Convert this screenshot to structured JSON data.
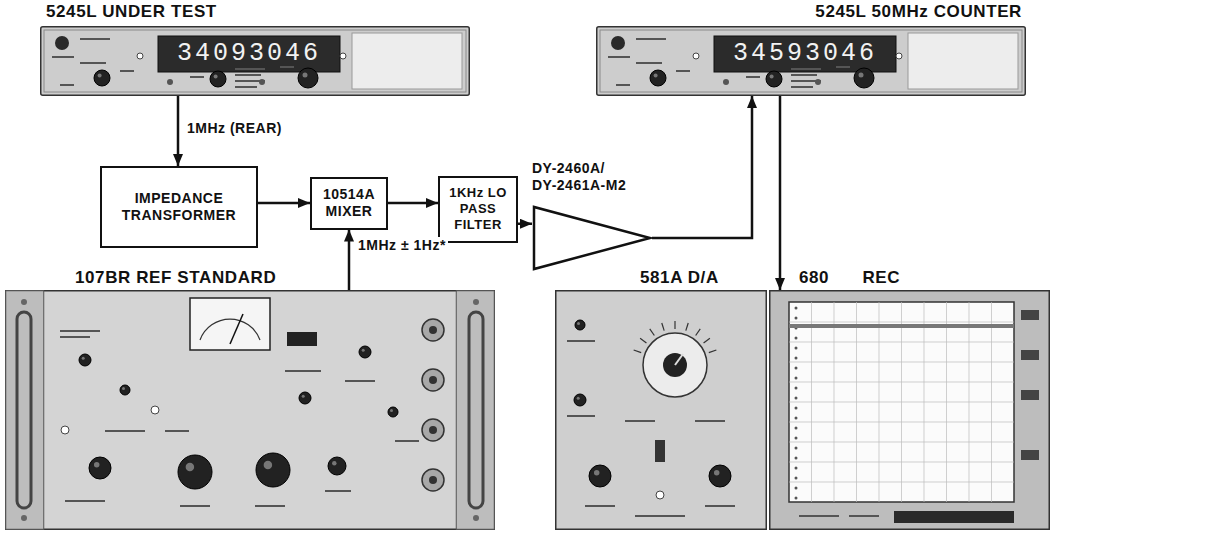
{
  "diagram": {
    "nodes": [
      {
        "text": [
          "5245L UNDER TEST",
          "34093046"
        ]
      },
      {
        "text": [
          "IMPEDANCE TRANSFORMER"
        ]
      },
      {
        "text": [
          "10514A MIXER"
        ]
      },
      {
        "text": [
          "1KHz LO PASS FILTER"
        ]
      },
      {
        "text": [
          "DY-2460A/ DY-2461A-M2"
        ]
      },
      {
        "text": [
          "5245L 50MHz COUNTER",
          "34593046"
        ]
      },
      {
        "text": [
          "107BR REF STANDARD"
        ]
      },
      {
        "text": [
          "581A D/A"
        ]
      },
      {
        "text": [
          "680 REC"
        ]
      }
    ],
    "edges": [
      {
        "from": 0,
        "to": 1,
        "label": "1MHz (REAR)",
        "arrow": "to"
      },
      {
        "from": 1,
        "to": 2,
        "arrow": "to"
      },
      {
        "from": 6,
        "to": 2,
        "label": "1MHz ± 1Hz*",
        "arrow": "to"
      },
      {
        "from": 2,
        "to": 3,
        "arrow": "to"
      },
      {
        "from": 3,
        "to": 4,
        "arrow": "to"
      },
      {
        "from": 4,
        "to": 5,
        "arrow": "to"
      },
      {
        "from": 5,
        "to": 8,
        "arrow": "to"
      }
    ]
  }
}
